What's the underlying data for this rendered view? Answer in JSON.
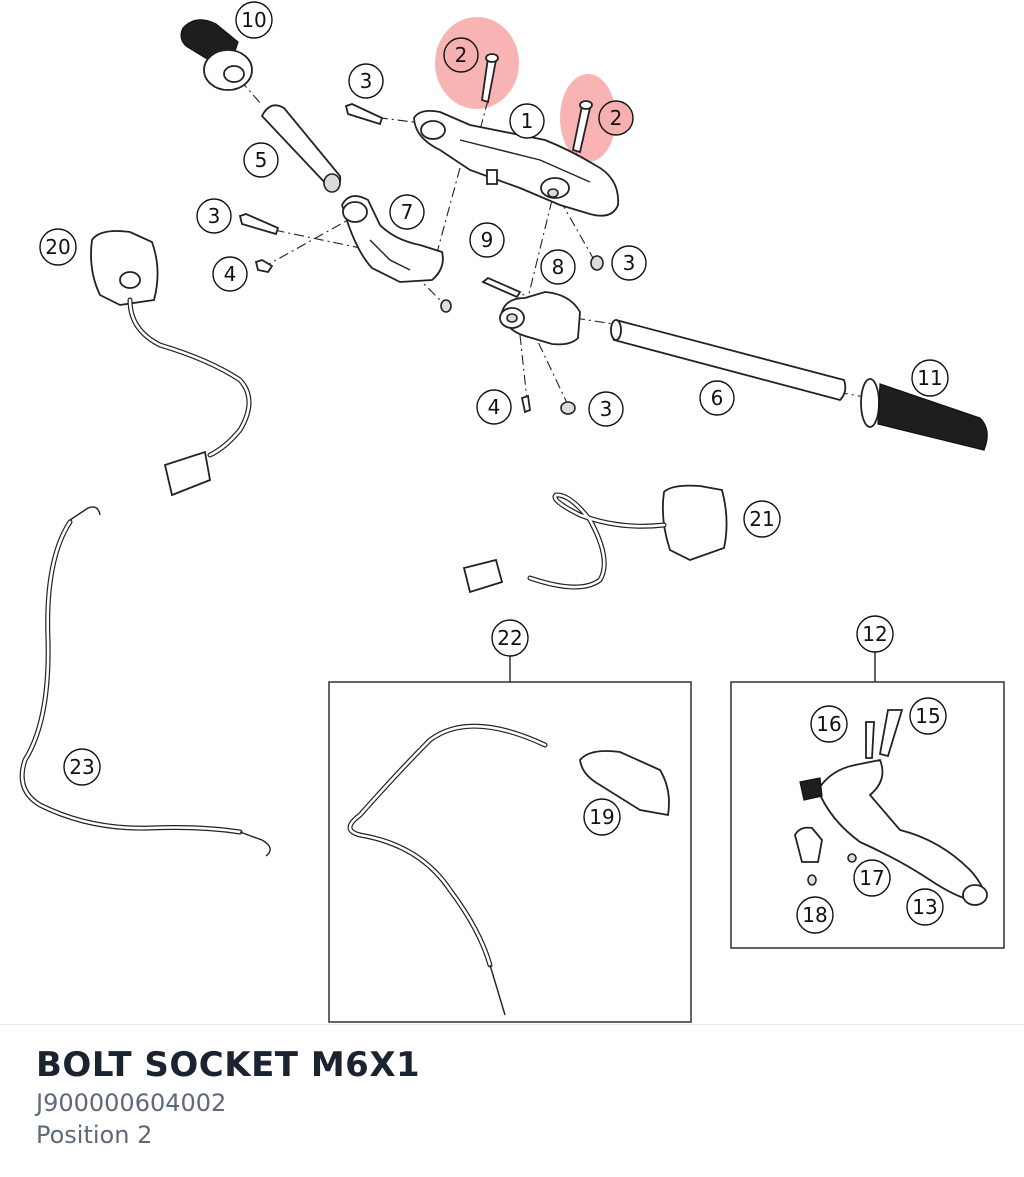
{
  "part": {
    "name": "BOLT SOCKET M6X1",
    "number": "J900000604002",
    "position": "Position 2"
  },
  "highlight_color": "#f59a9a",
  "callouts": [
    {
      "id": "c10",
      "label": "10"
    },
    {
      "id": "c2a",
      "label": "2",
      "highlight": true
    },
    {
      "id": "c2b",
      "label": "2",
      "highlight": true
    },
    {
      "id": "c3a",
      "label": "3"
    },
    {
      "id": "c1",
      "label": "1"
    },
    {
      "id": "c5",
      "label": "5"
    },
    {
      "id": "c3b",
      "label": "3"
    },
    {
      "id": "c7",
      "label": "7"
    },
    {
      "id": "c20",
      "label": "20"
    },
    {
      "id": "c4a",
      "label": "4"
    },
    {
      "id": "c9",
      "label": "9"
    },
    {
      "id": "c8",
      "label": "8"
    },
    {
      "id": "c3c",
      "label": "3"
    },
    {
      "id": "c11",
      "label": "11"
    },
    {
      "id": "c6",
      "label": "6"
    },
    {
      "id": "c4b",
      "label": "4"
    },
    {
      "id": "c3d",
      "label": "3"
    },
    {
      "id": "c21",
      "label": "21"
    },
    {
      "id": "c22",
      "label": "22"
    },
    {
      "id": "c12",
      "label": "12"
    },
    {
      "id": "c16",
      "label": "16"
    },
    {
      "id": "c15",
      "label": "15"
    },
    {
      "id": "c19",
      "label": "19"
    },
    {
      "id": "c23",
      "label": "23"
    },
    {
      "id": "c17",
      "label": "17"
    },
    {
      "id": "c13",
      "label": "13"
    },
    {
      "id": "c18",
      "label": "18"
    }
  ]
}
